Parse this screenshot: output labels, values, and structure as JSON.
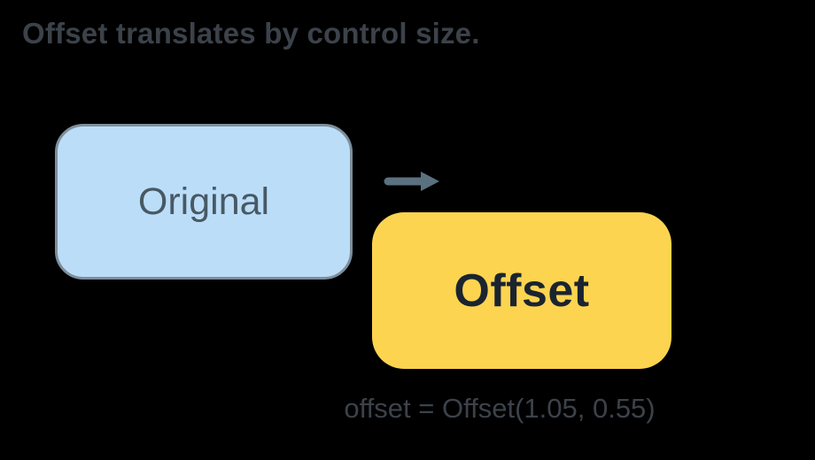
{
  "title": "Offset translates by control size.",
  "original_box": {
    "label": "Original"
  },
  "offset_box": {
    "label": "Offset"
  },
  "caption": "offset = Offset(1.05, 0.55)",
  "offset_values": {
    "dx": "1.05",
    "dy": "0.55"
  },
  "colors": {
    "background": "#000000",
    "title_text": "#3C424A",
    "original_fill": "#BBDDF8",
    "original_border": "#7D8E9B",
    "original_text": "#485964",
    "offset_fill": "#FDD44F",
    "offset_text": "#1A2430",
    "arrow": "#5A7180",
    "caption_text": "#3C424A"
  }
}
